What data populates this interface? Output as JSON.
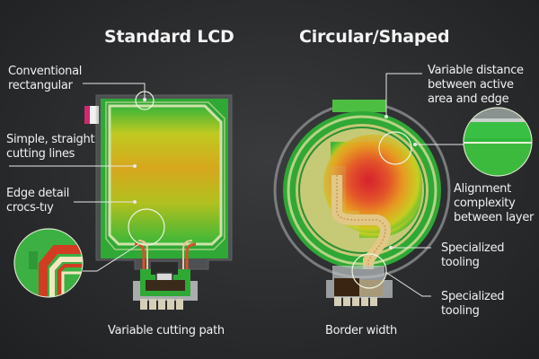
{
  "titles": {
    "left": "Standard LCD",
    "right": "Circular/Shaped"
  },
  "left_panel": {
    "labels": [
      {
        "line1": "Conventional",
        "line2": "rectangular"
      },
      {
        "line1": "Simple, straight",
        "line2": "cutting lines"
      },
      {
        "line1": "Edge detail",
        "line2": "crocs-tıy"
      }
    ],
    "caption": "Variable cutting path"
  },
  "right_panel": {
    "labels": [
      {
        "line1": "Variable distance",
        "line2": "between active",
        "line3": "area and edge"
      },
      {
        "line1": "Alignment",
        "line2": "complexity",
        "line3": "between layer"
      },
      {
        "line1": "Specialized",
        "line2": "tooling"
      },
      {
        "line1": "Specialized",
        "line2": "tooling"
      }
    ],
    "caption": "Border width"
  },
  "colors": {
    "background": "#2b2c2e",
    "pcb_green": "#2fb83a",
    "heat_yellow": "#e0c21a",
    "heat_orange": "#e07a1a",
    "heat_red": "#d42a2a",
    "trace_copper": "#d2552a",
    "callout_line": "#e8e8e8"
  }
}
